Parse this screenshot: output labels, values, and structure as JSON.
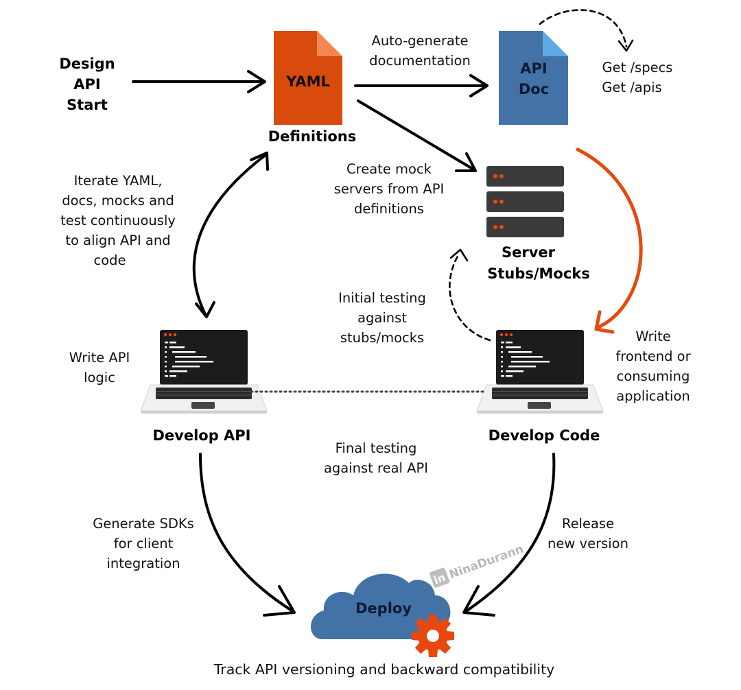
{
  "start": {
    "lines": [
      "Design",
      "API",
      "Start"
    ]
  },
  "yaml": {
    "label": "YAML",
    "caption": "Definitions",
    "color": "#d94a0d",
    "fold_color": "#f4874f"
  },
  "doc": {
    "lines": [
      "API",
      "Doc"
    ],
    "color": "#4373a6",
    "fold_color": "#5ea9e8",
    "text_color": "#0d1b36"
  },
  "auto_doc": {
    "lines": [
      "Auto-generate",
      "documentation"
    ]
  },
  "endpoints": {
    "lines": [
      "Get /specs",
      "Get /apis"
    ]
  },
  "mock_create": {
    "lines": [
      "Create mock",
      "servers from API",
      "definitions"
    ]
  },
  "server": {
    "lines": [
      "Server",
      "Stubs/Mocks"
    ],
    "color": "#3a3a3a",
    "led_color": "#e8480d"
  },
  "iterate": {
    "lines": [
      "Iterate YAML,",
      "docs, mocks and",
      "test continuously",
      "to align API and",
      "code"
    ]
  },
  "initial_test": {
    "lines": [
      "Initial testing",
      "against",
      "stubs/mocks"
    ]
  },
  "write_api": {
    "lines": [
      "Write API",
      "logic"
    ]
  },
  "write_frontend": {
    "lines": [
      "Write",
      "frontend or",
      "consuming",
      "application"
    ]
  },
  "dev_api": {
    "label": "Develop API"
  },
  "dev_code": {
    "label": "Develop Code"
  },
  "final_test": {
    "lines": [
      "Final testing",
      "against real API"
    ]
  },
  "sdk": {
    "lines": [
      "Generate SDKs",
      "for client",
      "integration"
    ]
  },
  "release": {
    "lines": [
      "Release",
      "new version"
    ]
  },
  "deploy": {
    "label": "Deploy",
    "cloud_color": "#4373a6",
    "gear_color": "#e8480d"
  },
  "watermark": {
    "badge": "in",
    "name": "NinaDurann"
  },
  "footer": "Track API versioning and backward compatibility"
}
